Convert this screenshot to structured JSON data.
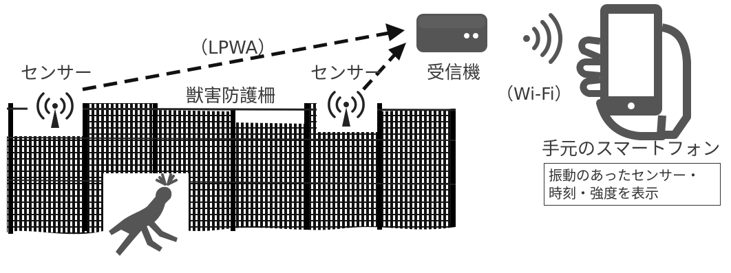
{
  "labels": {
    "sensor_left": "センサー",
    "sensor_right": "センサー",
    "lpwa": "（LPWA）",
    "fence": "獣害防護柵",
    "receiver": "受信機",
    "wifi": "（Wi-Fi）",
    "phone": "手元のスマートフォン"
  },
  "note": {
    "line1": "振動のあったセンサー・",
    "line2": "時刻・強度を表示"
  },
  "icons": {
    "sensor": "antenna-tower-icon",
    "receiver": "router-box-icon",
    "signal": "wifi-signal-icon",
    "phone": "hand-holding-smartphone-icon",
    "animal": "deer-icon"
  },
  "colors": {
    "dark": "#3a3a3a",
    "icon": "#555555",
    "fence": "#111111"
  }
}
